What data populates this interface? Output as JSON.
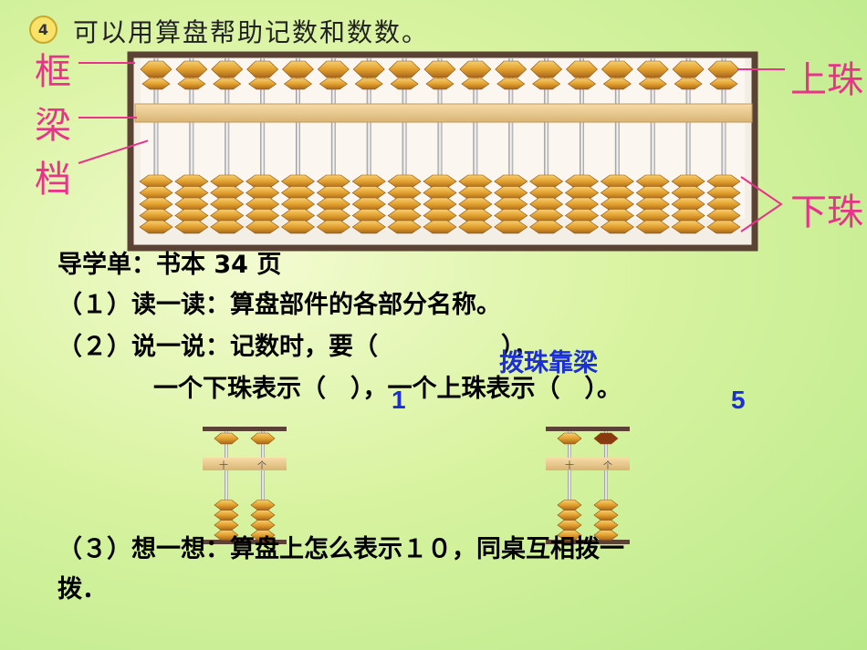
{
  "header": {
    "number": "4",
    "title": "可以用算盘帮助记数和数数。"
  },
  "abacus_labels": {
    "frame": "框",
    "beam": "梁",
    "rod": "档",
    "upper_bead": "上珠",
    "lower_bead": "下珠"
  },
  "guide": {
    "heading": "导学单：书本 34 页",
    "q1": "（１）读一读：算盘部件的各部分名称。",
    "q2_line1": "（２）说一说：记数时，要（　　　　　），",
    "q2_line2": "一个下珠表示（　），一个上珠表示（　）。",
    "q3_line1": "（３）想一想：算盘上怎么表示１０，同桌互相拨一",
    "q3_line2": "拨．"
  },
  "answers": {
    "blank1": "拨珠靠梁",
    "blank2": "1",
    "blank3": "5"
  },
  "small_abacus": {
    "col_tens": "十",
    "col_ones": "个"
  },
  "colors": {
    "pink": "#e8338b",
    "blue": "#1a2fd6",
    "bead": "#e0a030",
    "frame": "#5a4334"
  }
}
